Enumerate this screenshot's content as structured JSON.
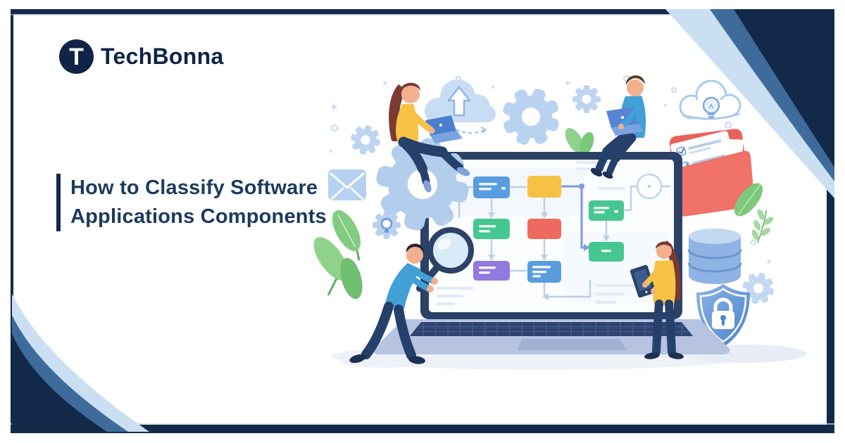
{
  "brand": {
    "logo_letter": "T",
    "name": "TechBonna"
  },
  "title": {
    "line1": "How to Classify Software",
    "line2": "Applications Components"
  },
  "colors": {
    "frame_navy": "#13294a",
    "swoosh_mid_blue": "#3f6b9a",
    "swoosh_light_blue": "#cadff2",
    "logo_navy": "#0f2446",
    "title_text": "#1d3a5f",
    "people_shirt_teal": "#42a0d6",
    "people_top_yellow": "#f6c344",
    "pants_navy": "#25406b",
    "folder_red": "#e8625b",
    "leaf_green": "#7cc97c",
    "icon_light_blue": "#b9d2ef"
  },
  "illustration": {
    "description": "Four people collaborating around a large laptop that displays a colorful flowchart, surrounded by software icons",
    "icons": [
      "cloud-upload-icon",
      "idea-cloud-icon",
      "gear-icon",
      "envelope-icon",
      "leaf-icon",
      "lightbulb-gear-icon",
      "checklist-folder-icon",
      "database-icon",
      "shield-lock-icon",
      "magnifier-icon",
      "laptop-icon",
      "tablet-icon",
      "sparkle-icon"
    ],
    "flowchart": {
      "boxes": [
        {
          "id": "blue-top-left",
          "color": "#5a9ce0"
        },
        {
          "id": "yellow-top",
          "color": "#f6c244"
        },
        {
          "id": "green-right-upper",
          "color": "#46c792"
        },
        {
          "id": "green-mid-left",
          "color": "#46c792"
        },
        {
          "id": "red-center",
          "color": "#ef6a5e"
        },
        {
          "id": "green-right-lower",
          "color": "#46c792"
        },
        {
          "id": "purple-bottom-left",
          "color": "#9179e0"
        },
        {
          "id": "blue-bottom-center",
          "color": "#5a9ce0"
        }
      ]
    }
  }
}
